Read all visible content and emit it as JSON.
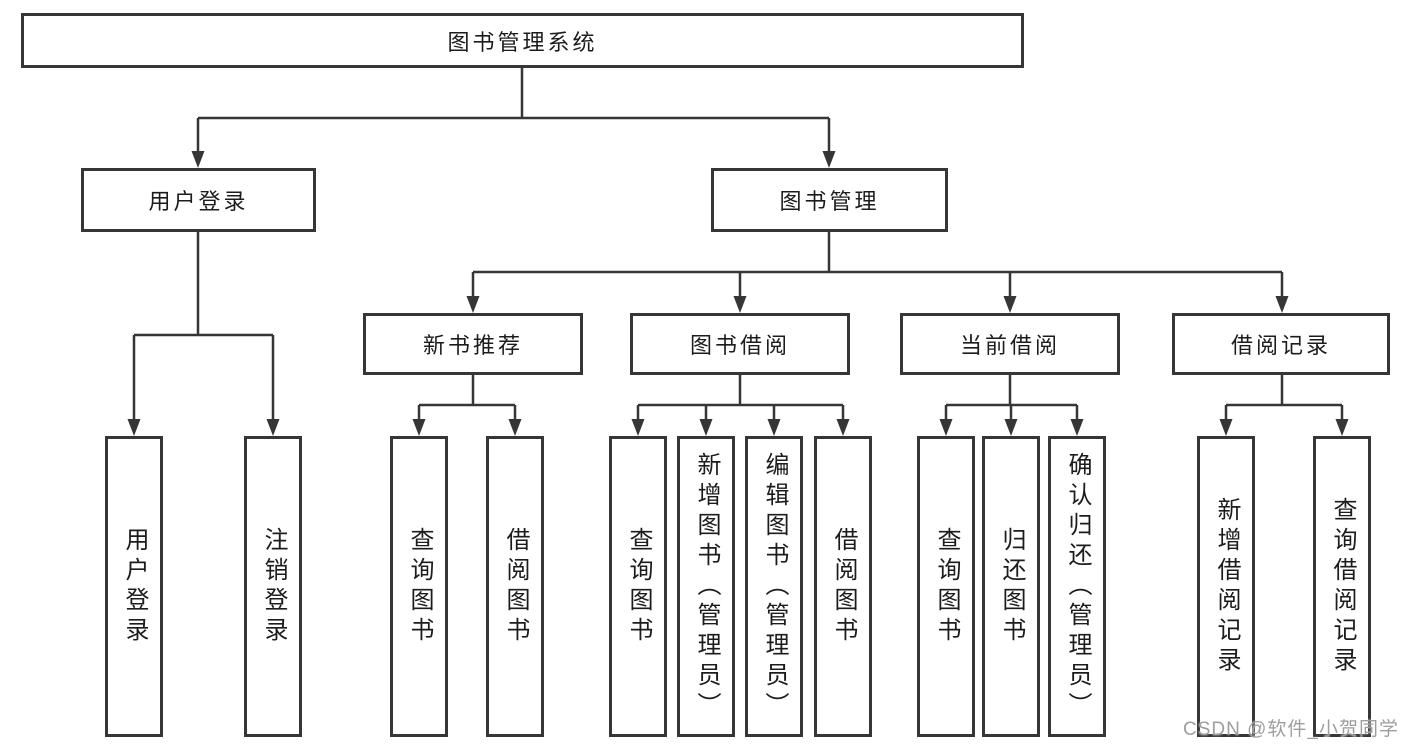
{
  "title": "图书管理系统",
  "branches": {
    "user": "用户登录",
    "book": "图书管理"
  },
  "modules": {
    "recommend": "新书推荐",
    "borrow": "图书借阅",
    "current": "当前借阅",
    "records": "借阅记录"
  },
  "leaves": {
    "user_login": "用户登录",
    "user_logout": "注销登录",
    "rec_query": "查询图书",
    "rec_borrow": "借阅图书",
    "bor_query": "查询图书",
    "bor_add": "新增图书（管理员）",
    "bor_edit": "编辑图书（管理员）",
    "bor_borrow": "借阅图书",
    "cur_query": "查询图书",
    "cur_return": "归还图书",
    "cur_confirm": "确认归还（管理员）",
    "records_add": "新增借阅记录",
    "records_query": "查询借阅记录"
  },
  "watermark": "CSDN @软件_小贺同学",
  "colors": {
    "line": "#363636",
    "text": "#1c1c1c",
    "watermark": "#9e9e9e"
  }
}
